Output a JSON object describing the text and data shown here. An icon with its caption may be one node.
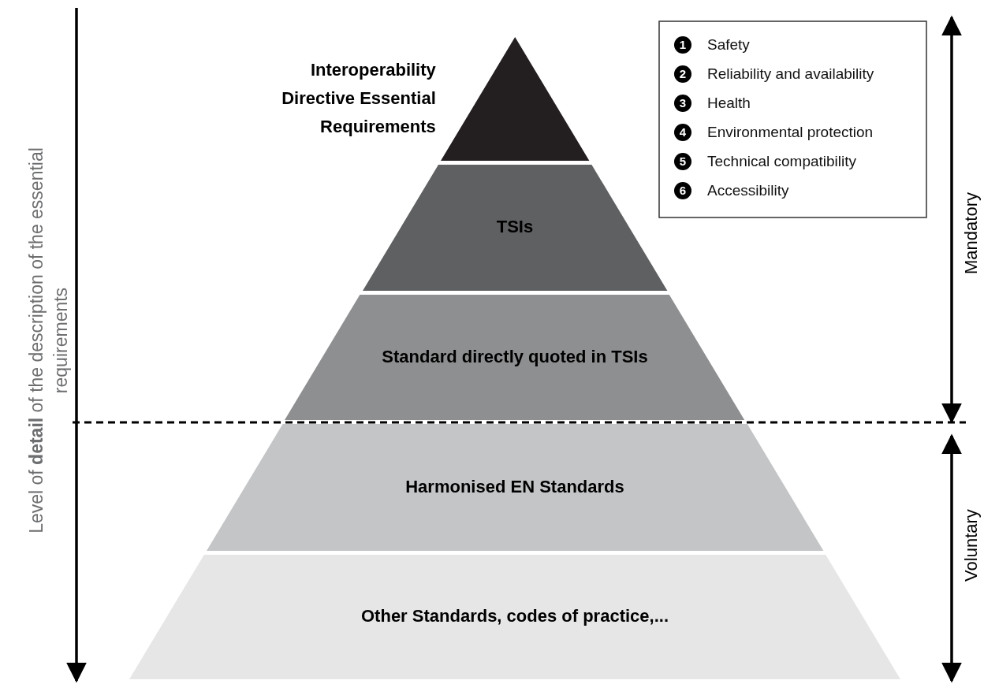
{
  "diagram": {
    "nodes": [
      {
        "text": [
          "Interoperability Directive Essential Requirements"
        ]
      },
      {
        "text": [
          "TSIs"
        ]
      },
      {
        "text": [
          "Standard directly quoted in TSIs"
        ]
      },
      {
        "text": [
          "Harmonised EN Standards"
        ]
      },
      {
        "text": [
          "Other Standards, codes of practice,..."
        ]
      }
    ],
    "labels": [
      "1",
      "Safety",
      "2",
      "Reliability and availability",
      "3",
      "Health",
      "4",
      "Environmental protection",
      "5",
      "Technical compatibility",
      "6",
      "Accessibility",
      "Mandatory",
      "Level of **detail** of the description of the essential requirements",
      "Voluntary"
    ]
  }
}
